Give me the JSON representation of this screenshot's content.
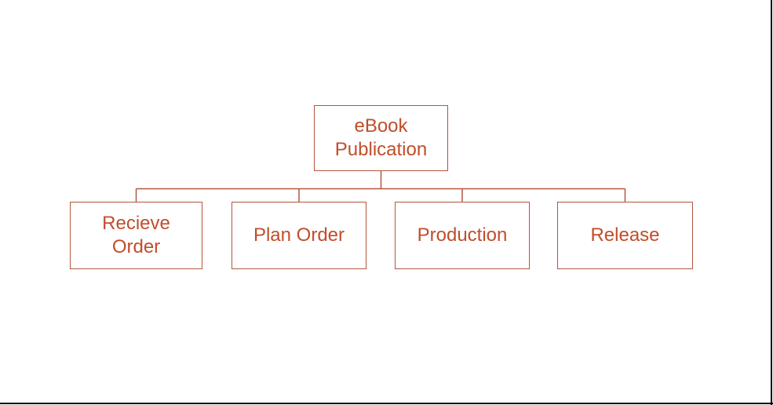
{
  "diagram": {
    "type": "hierarchy-flowchart",
    "root": {
      "label": "eBook Publication",
      "line1": "eBook",
      "line2": "Publication"
    },
    "children": [
      {
        "label": "Recieve Order",
        "line1": "Recieve",
        "line2": "Order"
      },
      {
        "label": "Plan Order"
      },
      {
        "label": "Production"
      },
      {
        "label": "Release"
      }
    ],
    "colors": {
      "background": "#ffffff",
      "node_border": "#b2573e",
      "node_text": "#c04e2b",
      "connector": "#b2573e",
      "frame_line": "#000000"
    }
  }
}
